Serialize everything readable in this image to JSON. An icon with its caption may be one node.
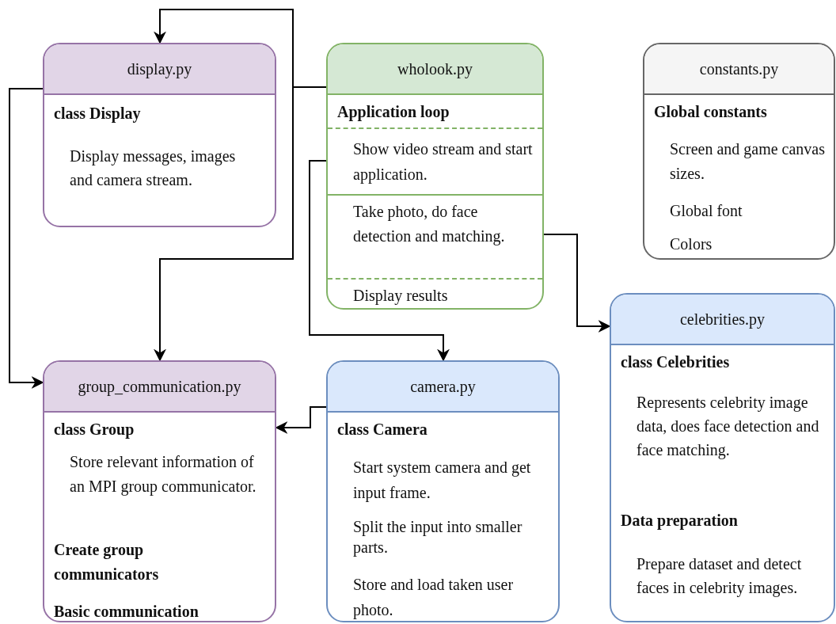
{
  "diagram": {
    "nodes": [
      {
        "text": [
          "display.py",
          "class Display",
          "Display messages, images and camera stream."
        ]
      },
      {
        "text": [
          "wholook.py",
          "Application loop",
          "Show video stream and start application.",
          "Take photo, do face detection and matching.",
          "Display results"
        ]
      },
      {
        "text": [
          "constants.py",
          "Global constants",
          "Screen and game canvas sizes.",
          "Global font",
          "Colors"
        ]
      },
      {
        "text": [
          "group_communication.py",
          "class Group",
          "Store relevant information of an MPI group communicator.",
          "Create group communicators",
          "Basic communication"
        ]
      },
      {
        "text": [
          "camera.py",
          "class Camera",
          "Start system camera and get input frame.",
          "Split the input into smaller parts.",
          "Store and load taken user photo."
        ]
      },
      {
        "text": [
          "celebrities.py",
          "class Celebrities",
          "Represents celebrity image data, does face detection and face matching.",
          "Data preparation",
          "Prepare dataset and detect faces in celebrity images."
        ]
      }
    ],
    "edges": [
      {
        "from": 1,
        "to": 0,
        "arrow": "to"
      },
      {
        "from": 1,
        "to": 3,
        "arrow": "to"
      },
      {
        "from": 0,
        "to": 3,
        "arrow": "to"
      },
      {
        "from": 1,
        "to": 4,
        "arrow": "to"
      },
      {
        "from": 1,
        "to": 5,
        "arrow": "to"
      },
      {
        "from": 4,
        "to": 3,
        "arrow": "to"
      }
    ]
  }
}
